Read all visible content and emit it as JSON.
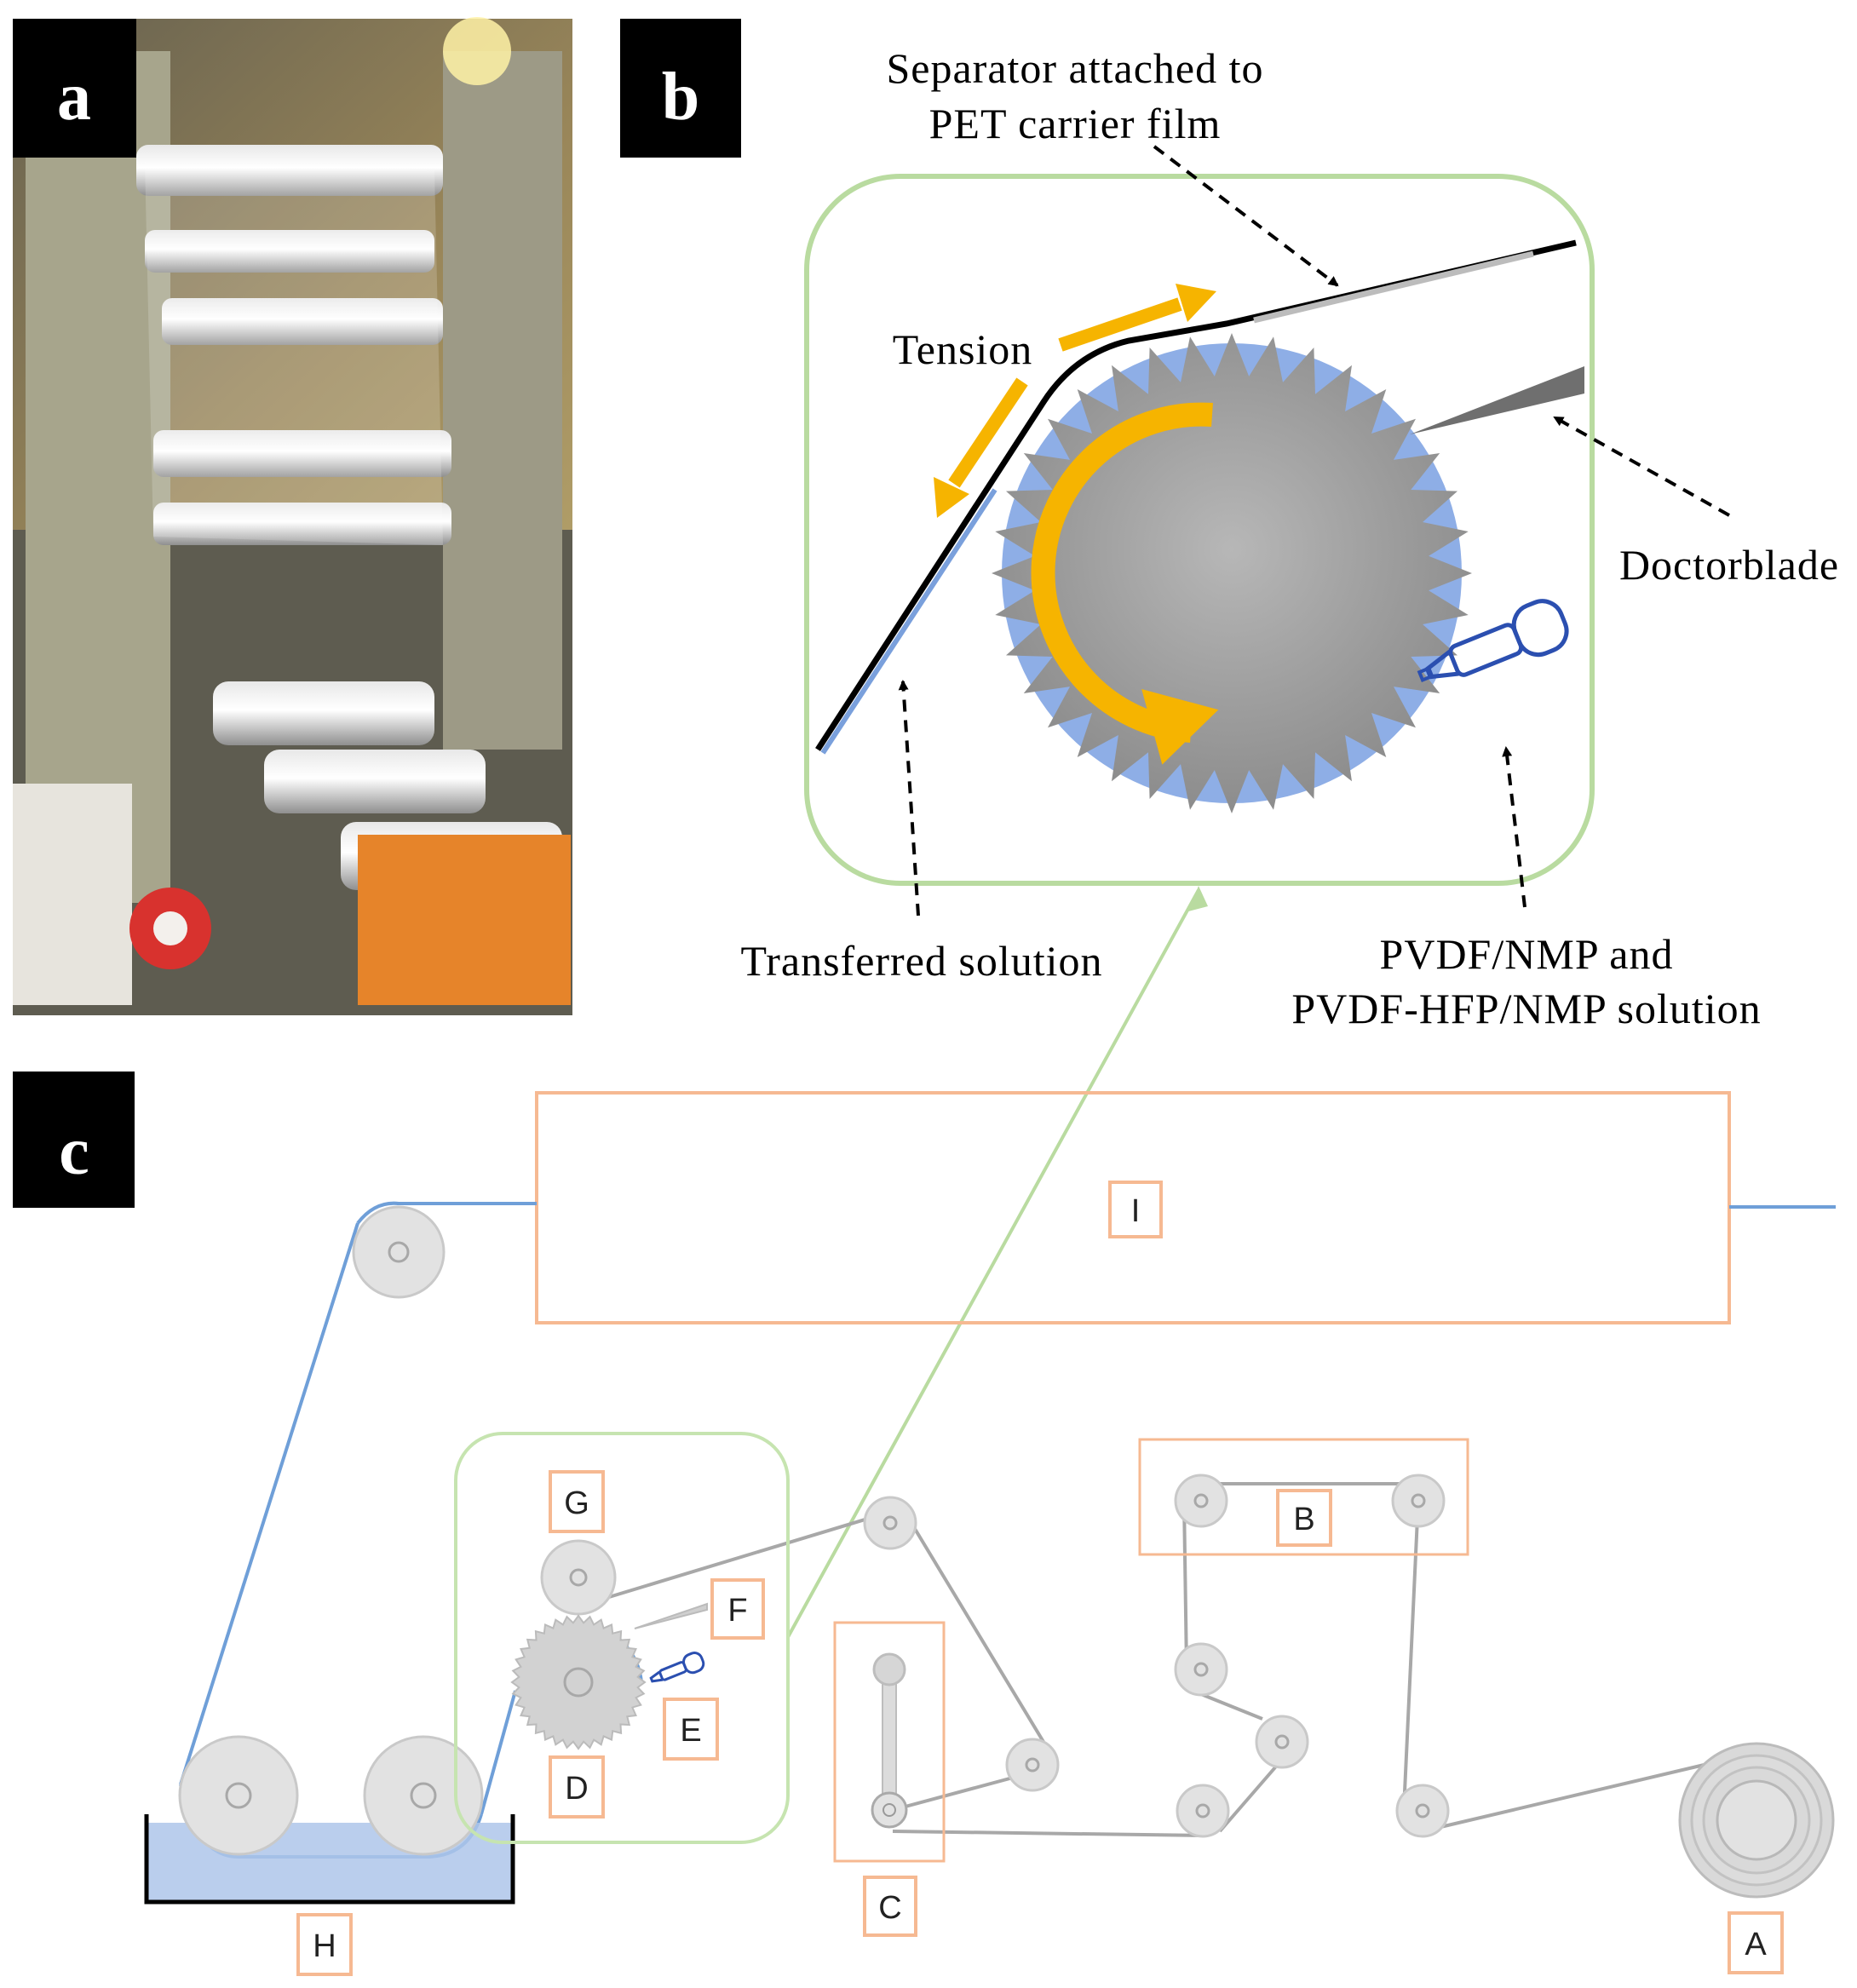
{
  "panels": {
    "a": "a",
    "b": "b",
    "c": "c"
  },
  "panel_b": {
    "separator_label_line1": "Separator attached to",
    "separator_label_line2": "PET carrier film",
    "tension_label": "Tension",
    "doctorblade_label": "Doctorblade",
    "transferred_label": "Transferred solution",
    "solution_label_line1": "PVDF/NMP and",
    "solution_label_line2": "PVDF-HFP/NMP solution"
  },
  "panel_c": {
    "labels": {
      "A": "A",
      "B": "B",
      "C": "C",
      "D": "D",
      "E": "E",
      "F": "F",
      "G": "G",
      "H": "H",
      "I": "I"
    }
  },
  "colors": {
    "frame_green": "#b9dba0",
    "box_orange": "#f6b992",
    "film_blue": "#6f9fd8",
    "arrow_gold": "#f6b400",
    "roller_gray": "#9a9a9a",
    "bath_blue": "#aec5ea"
  }
}
